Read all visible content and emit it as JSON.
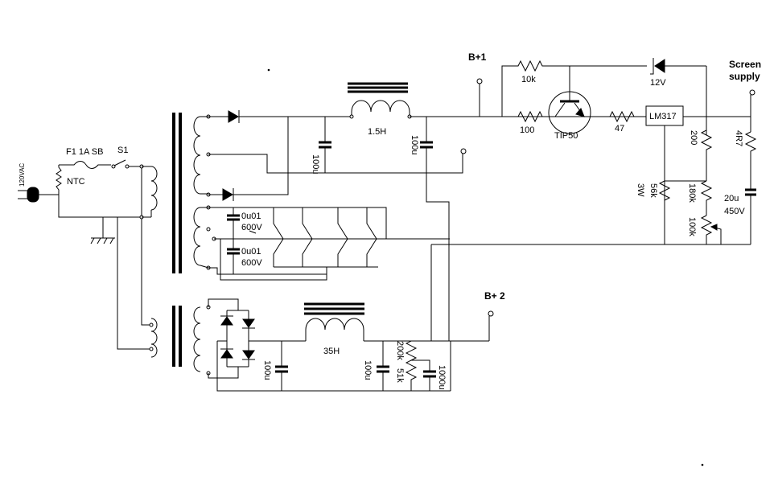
{
  "colors": {
    "ink": "#000000",
    "background": "#ffffff"
  },
  "labels": {
    "mains": "120VAC",
    "ntc": "NTC",
    "fuse": "F1 1A SB",
    "switch": "S1",
    "cap_filter1": "100u",
    "cap_filter2": "100u",
    "choke1": "1.5H",
    "cap_snub1_value": "0u01",
    "cap_snub1_voltage": "600V",
    "cap_snub2_value": "0u01",
    "cap_snub2_voltage": "600V",
    "bplus1": "B+1",
    "r_10k": "10k",
    "zener": "12V",
    "screen_supply_line1": "Screen",
    "screen_supply_line2": "supply",
    "r_100": "100",
    "transistor": "TIP50",
    "r_47": "47",
    "regulator": "LM317",
    "r_200": "200",
    "r_4r7": "4R7",
    "r_56k": "56k",
    "r_56k_power": "3W",
    "r_180k": "180k",
    "pot_100k": "100k",
    "cap_screen_value": "20u",
    "cap_screen_voltage": "450V",
    "bplus2": "B+ 2",
    "choke2": "35H",
    "cap_filter3": "100u",
    "cap_filter4": "100u",
    "r_200k": "200k",
    "r_51k": "51k",
    "cap_filter5": "1000u"
  }
}
